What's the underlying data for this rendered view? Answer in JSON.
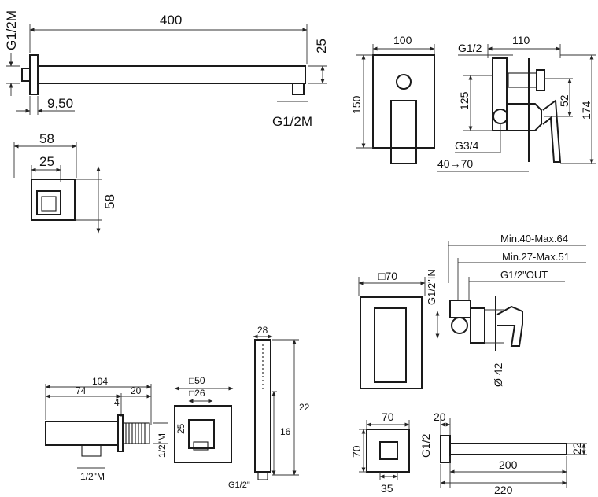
{
  "shower_arm": {
    "length": "400",
    "thread_left": "G1/2M",
    "height": "25",
    "wall_offset": "9,50",
    "thread_outlet": "G1/2M"
  },
  "arm_flange": {
    "width": "58",
    "inner": "25",
    "height": "58"
  },
  "mixer_plate": {
    "width": "100",
    "height": "150"
  },
  "mixer_body": {
    "thread_top": "G1/2",
    "depth": "110",
    "d125": "125",
    "d52": "52",
    "d174": "174",
    "thread_bottom": "G3/4",
    "range": "40→70"
  },
  "single_mixer": {
    "max_depth": "Min.40-Max.64",
    "mid_depth": "Min.27-Max.51",
    "out_thread": "G1/2\"OUT",
    "in_thread": "G1/2\"IN",
    "plate": "□70",
    "diameter": "Ø 42"
  },
  "outlet_elbow": {
    "total": "104",
    "d74": "74",
    "d20": "20",
    "d4": "4",
    "thread_side": "1/2\"M",
    "thread_bottom": "1/2\"M"
  },
  "elbow_plate": {
    "outer": "□50",
    "inner": "□26",
    "height": "25"
  },
  "hand_shower": {
    "width": "28",
    "length": "22",
    "lower": "16",
    "thread": "G1/2\""
  },
  "spout_plate": {
    "width": "70",
    "height": "70",
    "inner": "35"
  },
  "spout": {
    "d20": "20",
    "thread": "G1/2",
    "height": "22",
    "projection": "200",
    "length": "220"
  }
}
